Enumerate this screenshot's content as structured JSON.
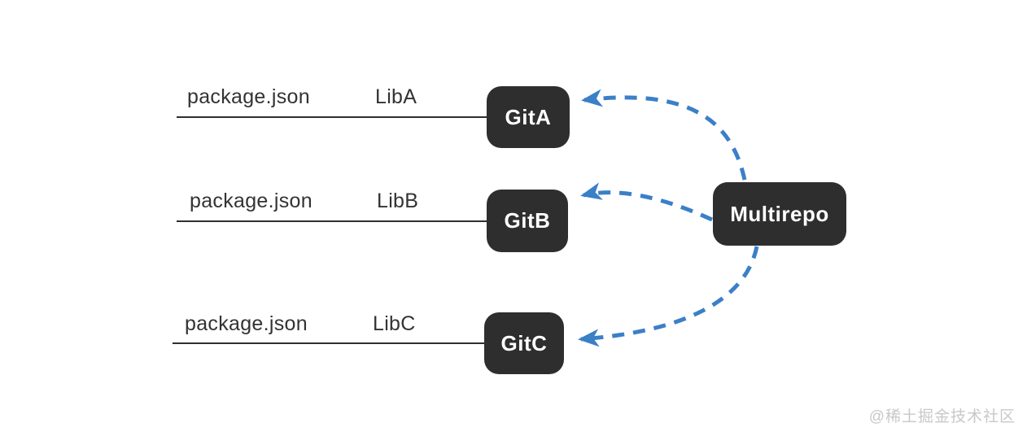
{
  "diagram": {
    "rows": [
      {
        "file": "package.json",
        "lib": "LibA",
        "repo": "GitA"
      },
      {
        "file": "package.json",
        "lib": "LibB",
        "repo": "GitB"
      },
      {
        "file": "package.json",
        "lib": "LibC",
        "repo": "GitC"
      }
    ],
    "hub": {
      "label": "Multirepo"
    },
    "watermark": "@稀土掘金技术社区"
  },
  "theme": {
    "arrow": "#3b7fc7",
    "box": "#2e2e2e",
    "text": "#333333",
    "line": "#2f2f2f",
    "watermark": "#c8c8c8"
  }
}
